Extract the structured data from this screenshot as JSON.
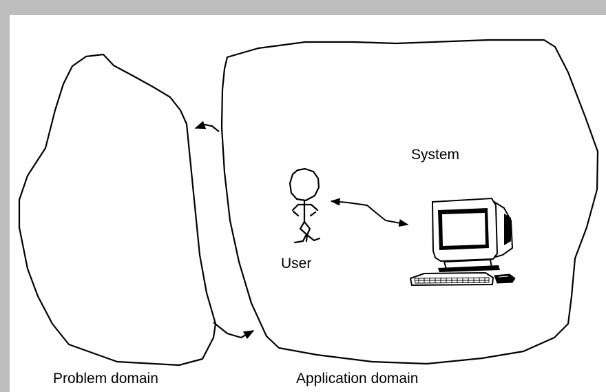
{
  "diagram": {
    "labels": {
      "problem_domain": "Problem domain",
      "application_domain": "Application domain",
      "system": "System",
      "user": "User"
    }
  },
  "icons": {
    "user": "stick-figure-icon",
    "computer": "desktop-computer-icon"
  }
}
